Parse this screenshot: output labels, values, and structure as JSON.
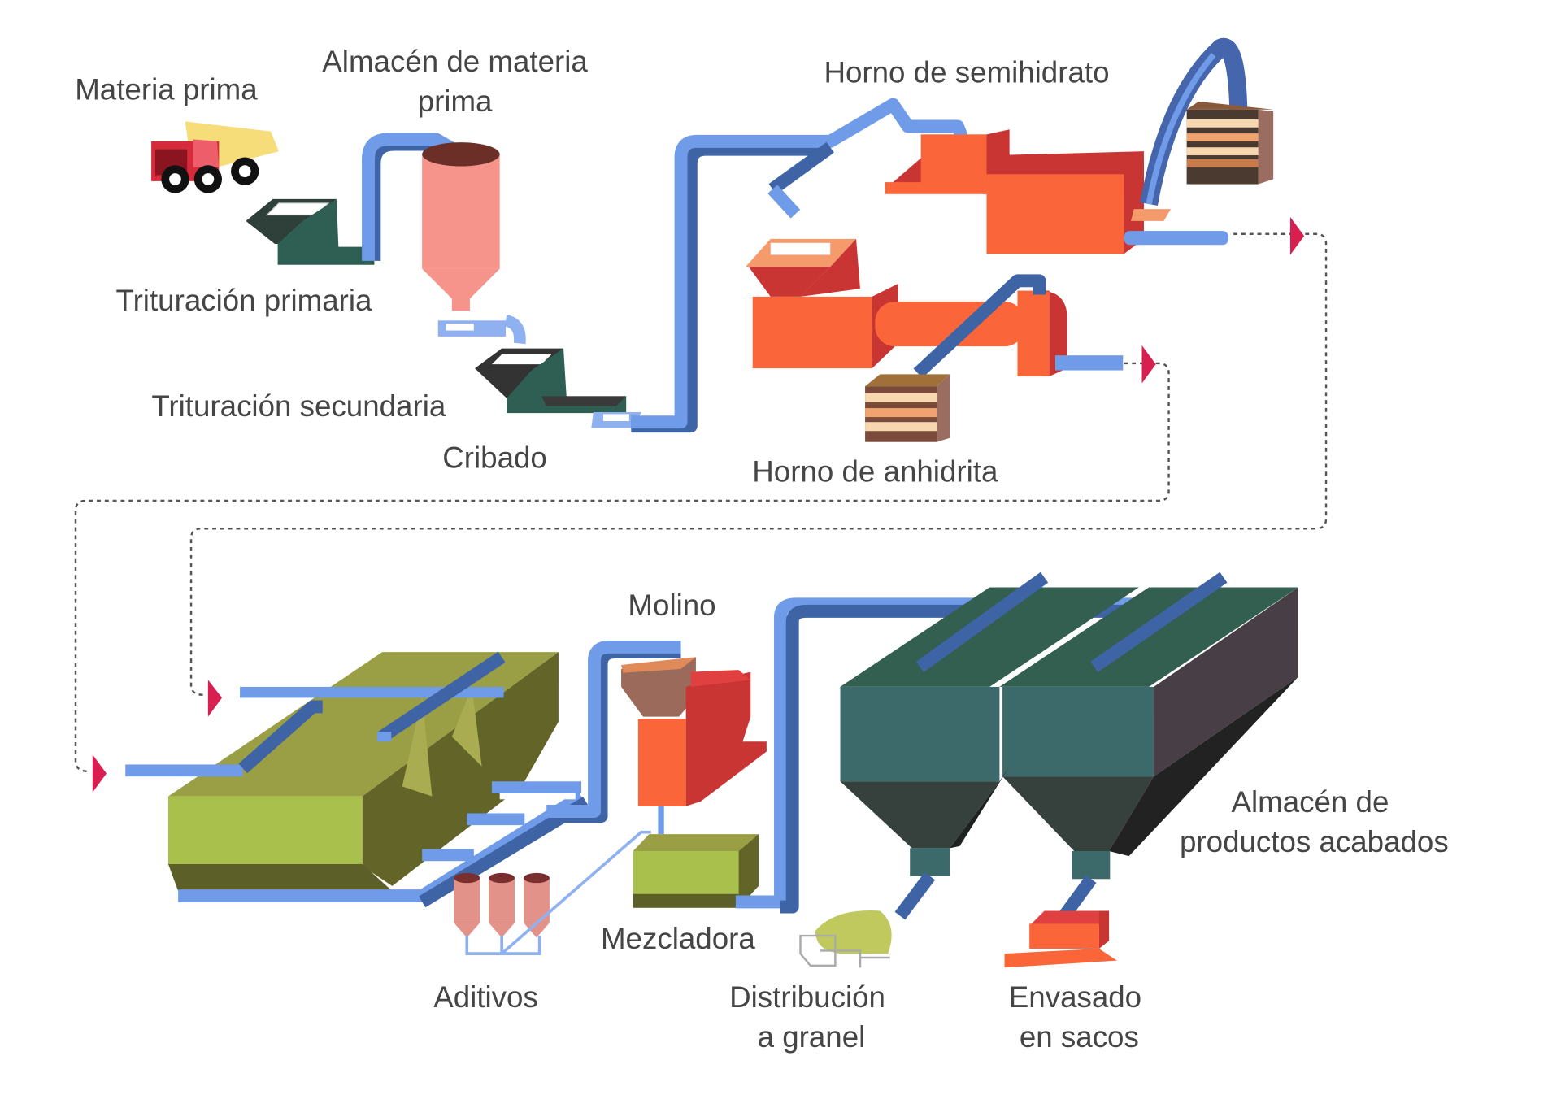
{
  "labels": {
    "materia_prima": "Materia prima",
    "almacen_mp_1": "Almacén de materia",
    "almacen_mp_2": "prima",
    "trituracion_primaria": "Trituración primaria",
    "trituracion_secundaria": "Trituración secundaria",
    "cribado": "Cribado",
    "horno_semihidrato": "Horno de semihidrato",
    "horno_anhidrita": "Horno de anhidrita",
    "molino": "Molino",
    "mezcladora": "Mezcladora",
    "aditivos": "Aditivos",
    "distribucion_1": "Distribución",
    "distribucion_2": "a granel",
    "envasado_1": "Envasado",
    "envasado_2": "en sacos",
    "almacen_pa_1": "Almacén de",
    "almacen_pa_2": "productos acabados"
  },
  "colors": {
    "pipe_light": "#6f9be8",
    "pipe_dark": "#3f64a6",
    "kiln_orange": "#fb653a",
    "kiln_red": "#c83532",
    "flow_arrow": "#d81f4f",
    "silo_teal": "#3c6a6b",
    "mill_lime": "#a9c04d"
  }
}
